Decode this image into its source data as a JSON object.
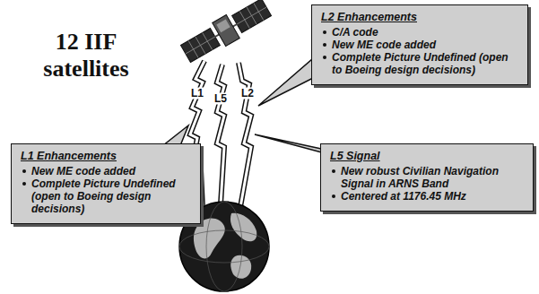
{
  "diagram": {
    "title": "12 IIF satellites",
    "nodes": [
      {
        "text": [
          "L2 Enhancements",
          "C/A code",
          "New ME code added",
          "Complete Picture Undefined (open to Boeing design decisions)"
        ]
      },
      {
        "text": [
          "L1 Enhancements",
          "New ME code added",
          "Complete Picture Undefined (open to Boeing design decisions)"
        ]
      },
      {
        "text": [
          "L5 Signal",
          "New robust Civilian Navigation Signal in ARNS Band",
          "Centered at 1176.45 MHz"
        ]
      }
    ],
    "labels": [
      "L1",
      "L5",
      "L2"
    ]
  }
}
